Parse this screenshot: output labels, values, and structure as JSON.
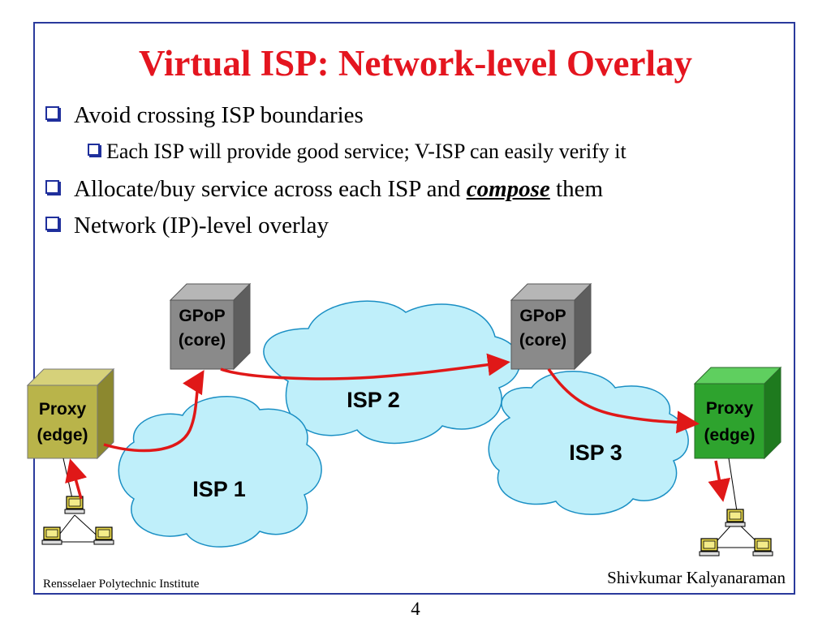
{
  "slide": {
    "title": "Virtual ISP: Network-level Overlay",
    "bullets": [
      {
        "text": "Avoid crossing ISP boundaries"
      },
      {
        "text": "Each ISP will provide good service; V-ISP can easily verify it"
      },
      {
        "prefix": "Allocate/buy service across each ISP and ",
        "emphasis": "compose",
        "suffix": " them"
      },
      {
        "text": "Network (IP)-level overlay"
      }
    ]
  },
  "diagram": {
    "clouds": {
      "isp1": "ISP 1",
      "isp2": "ISP 2",
      "isp3": "ISP 3"
    },
    "nodes": {
      "gpop_left": {
        "line1": "GPoP",
        "line2": "(core)"
      },
      "gpop_right": {
        "line1": "GPoP",
        "line2": "(core)"
      },
      "proxy_left": {
        "line1": "Proxy",
        "line2": "(edge)"
      },
      "proxy_right": {
        "line1": "Proxy",
        "line2": "(edge)"
      }
    },
    "colors": {
      "cloud_fill": "#bfeffa",
      "cloud_stroke": "#1a8fc4",
      "path_arrow": "#e01818",
      "gpop_box": "#8a8a8a",
      "proxy_left_box": "#b9b44a",
      "proxy_right_box": "#2ea32e"
    }
  },
  "footer": {
    "left": "Rensselaer Polytechnic Institute",
    "right": "Shivkumar Kalyanaraman",
    "page_number": "4"
  }
}
